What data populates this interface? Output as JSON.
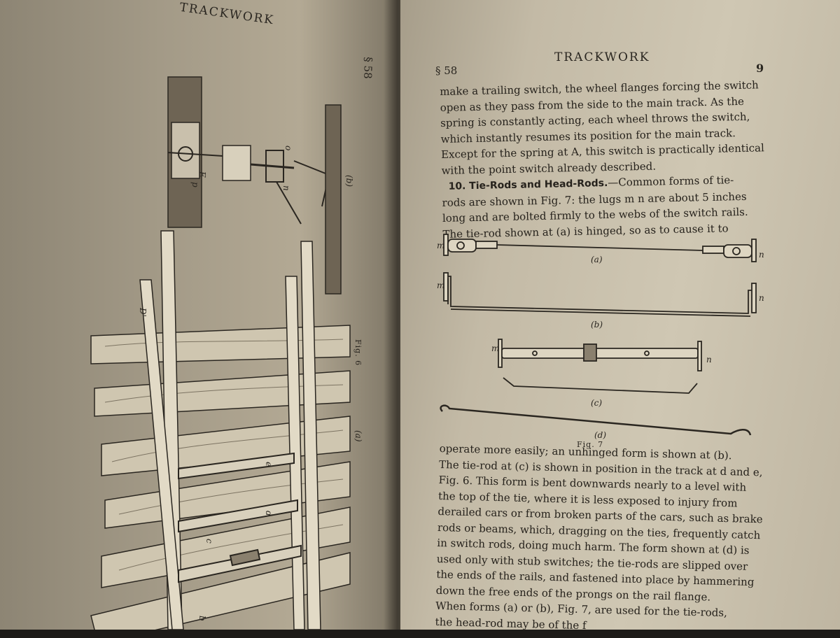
{
  "left_page": {
    "running_head": "TRACKWORK",
    "section": "§ 58",
    "figure_caption": "Fig. 6",
    "labels": {
      "top_b": "(b)",
      "main_a": "(a)",
      "d_prime": "D'",
      "letter_e": "e",
      "letter_d": "d",
      "letter_c": "c",
      "letter_b": "b",
      "letter_E": "E",
      "letter_n": "n",
      "letter_p": "p",
      "letter_o": "o"
    }
  },
  "right_page": {
    "section": "§ 58",
    "running_head": "TRACKWORK",
    "page_number": "9",
    "top_lines": [
      "make a trailing switch, the wheel flanges forcing the switch",
      "open as they pass from the side to the main track.  As the",
      "spring is constantly acting, each wheel throws the switch,",
      "which instantly resumes its position for the main track.",
      "Except for the spring at A, this switch is practically identical",
      "with the point switch already described."
    ],
    "para10": {
      "number": "10.",
      "heading": "Tie-Rods and Head-Rods.",
      "lines": [
        "—Common forms of tie-",
        "rods are shown in Fig. 7: the lugs m n are about 5 inches",
        "long and are bolted firmly to the webs of the switch rails.",
        "The tie-rod shown at (a) is hinged, so as to cause it to"
      ]
    },
    "figure": {
      "caption": "Fig. 7",
      "labels": {
        "a": "(a)",
        "b": "(b)",
        "c": "(c)",
        "d": "(d)",
        "m": "m",
        "n": "n"
      }
    },
    "bottom_lines": [
      "operate more easily; an unhinged form is shown at (b).",
      "The tie-rod at (c) is shown in position in the track at d and e,",
      "Fig. 6.  This form is bent downwards nearly to a level with",
      "the top of the tie, where it is less exposed to injury from",
      "derailed cars or from broken parts of the cars, such as brake",
      "rods or beams, which, dragging on the ties, frequently catch",
      "in switch rods, doing much harm.  The form shown at (d) is",
      "used only with stub switches; the tie-rods are slipped over",
      "the ends of the rails, and fastened into place by hammering",
      "down the free ends of the prongs on the rail flange.",
      "  When forms (a) or (b), Fig. 7, are used for the tie-rods,",
      "the head-rod may be of the f"
    ]
  }
}
